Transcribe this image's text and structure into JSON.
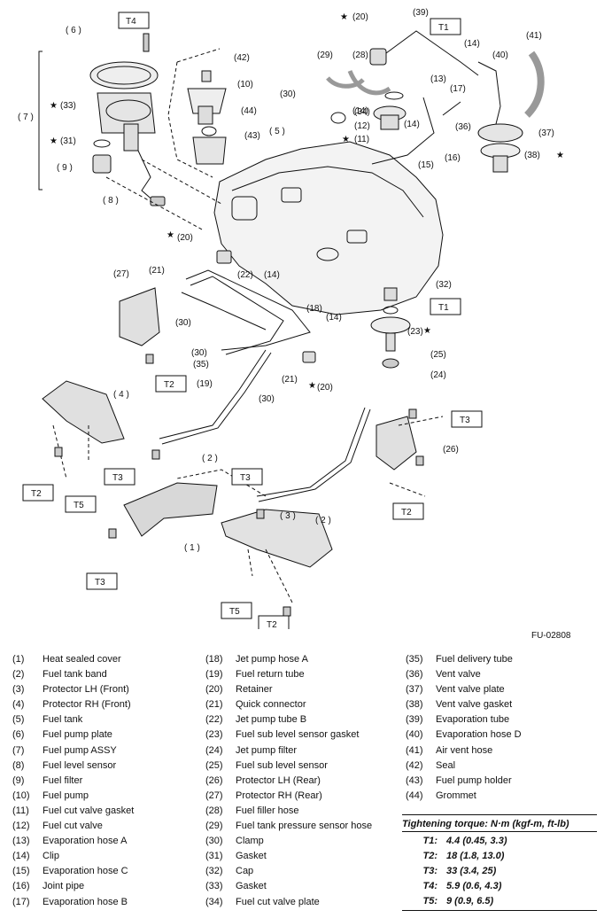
{
  "figure_id": "FU-02808",
  "torque_boxes": [
    "T1",
    "T2",
    "T3",
    "T4",
    "T5"
  ],
  "callouts": [
    "( 1 )",
    "( 2 )",
    "( 3 )",
    "( 4 )",
    "( 5 )",
    "( 6 )",
    "( 7 )",
    "( 8 )",
    "( 9 )",
    "(10)",
    "(11)",
    "(12)",
    "(13)",
    "(14)",
    "(15)",
    "(16)",
    "(17)",
    "(18)",
    "(19)",
    "(20)",
    "(21)",
    "(22)",
    "(23)",
    "(24)",
    "(25)",
    "(26)",
    "(27)",
    "(28)",
    "(29)",
    "(30)",
    "(31)",
    "(32)",
    "(33)",
    "(34)",
    "(35)",
    "(36)",
    "(37)",
    "(38)",
    "(39)",
    "(40)",
    "(41)",
    "(42)",
    "(43)",
    "(44)"
  ],
  "legend": [
    {
      "num": "(1)",
      "name": "Heat sealed cover"
    },
    {
      "num": "(2)",
      "name": "Fuel tank band"
    },
    {
      "num": "(3)",
      "name": "Protector LH (Front)"
    },
    {
      "num": "(4)",
      "name": "Protector RH (Front)"
    },
    {
      "num": "(5)",
      "name": "Fuel tank"
    },
    {
      "num": "(6)",
      "name": "Fuel pump plate"
    },
    {
      "num": "(7)",
      "name": "Fuel pump ASSY"
    },
    {
      "num": "(8)",
      "name": "Fuel level sensor"
    },
    {
      "num": "(9)",
      "name": "Fuel filter"
    },
    {
      "num": "(10)",
      "name": "Fuel pump"
    },
    {
      "num": "(11)",
      "name": "Fuel cut valve gasket"
    },
    {
      "num": "(12)",
      "name": "Fuel cut valve"
    },
    {
      "num": "(13)",
      "name": "Evaporation hose A"
    },
    {
      "num": "(14)",
      "name": "Clip"
    },
    {
      "num": "(15)",
      "name": "Evaporation hose C"
    },
    {
      "num": "(16)",
      "name": "Joint pipe"
    },
    {
      "num": "(17)",
      "name": "Evaporation hose B"
    },
    {
      "num": "(18)",
      "name": "Jet pump hose A"
    },
    {
      "num": "(19)",
      "name": "Fuel return tube"
    },
    {
      "num": "(20)",
      "name": "Retainer"
    },
    {
      "num": "(21)",
      "name": "Quick connector"
    },
    {
      "num": "(22)",
      "name": "Jet pump tube B"
    },
    {
      "num": "(23)",
      "name": "Fuel sub level sensor gasket"
    },
    {
      "num": "(24)",
      "name": "Jet pump filter"
    },
    {
      "num": "(25)",
      "name": "Fuel sub level sensor"
    },
    {
      "num": "(26)",
      "name": "Protector LH (Rear)"
    },
    {
      "num": "(27)",
      "name": "Protector RH (Rear)"
    },
    {
      "num": "(28)",
      "name": "Fuel filler hose"
    },
    {
      "num": "(29)",
      "name": "Fuel tank pressure sensor hose"
    },
    {
      "num": "(30)",
      "name": "Clamp"
    },
    {
      "num": "(31)",
      "name": "Gasket"
    },
    {
      "num": "(32)",
      "name": "Cap"
    },
    {
      "num": "(33)",
      "name": "Gasket"
    },
    {
      "num": "(34)",
      "name": "Fuel cut valve plate"
    },
    {
      "num": "(35)",
      "name": "Fuel delivery tube"
    },
    {
      "num": "(36)",
      "name": "Vent valve"
    },
    {
      "num": "(37)",
      "name": "Vent valve plate"
    },
    {
      "num": "(38)",
      "name": "Vent valve gasket"
    },
    {
      "num": "(39)",
      "name": "Evaporation tube"
    },
    {
      "num": "(40)",
      "name": "Evaporation hose D"
    },
    {
      "num": "(41)",
      "name": "Air vent hose"
    },
    {
      "num": "(42)",
      "name": "Seal"
    },
    {
      "num": "(43)",
      "name": "Fuel pump holder"
    },
    {
      "num": "(44)",
      "name": "Grommet"
    }
  ],
  "torque": {
    "title": "Tightening torque: N·m (kgf-m, ft-lb)",
    "rows": [
      {
        "key": "T1:",
        "value": "4.4 (0.45, 3.3)"
      },
      {
        "key": "T2:",
        "value": "18 (1.8, 13.0)"
      },
      {
        "key": "T3:",
        "value": "33 (3.4, 25)"
      },
      {
        "key": "T4:",
        "value": "5.9 (0.6, 4.3)"
      },
      {
        "key": "T5:",
        "value": "9 (0.9, 6.5)"
      }
    ]
  }
}
